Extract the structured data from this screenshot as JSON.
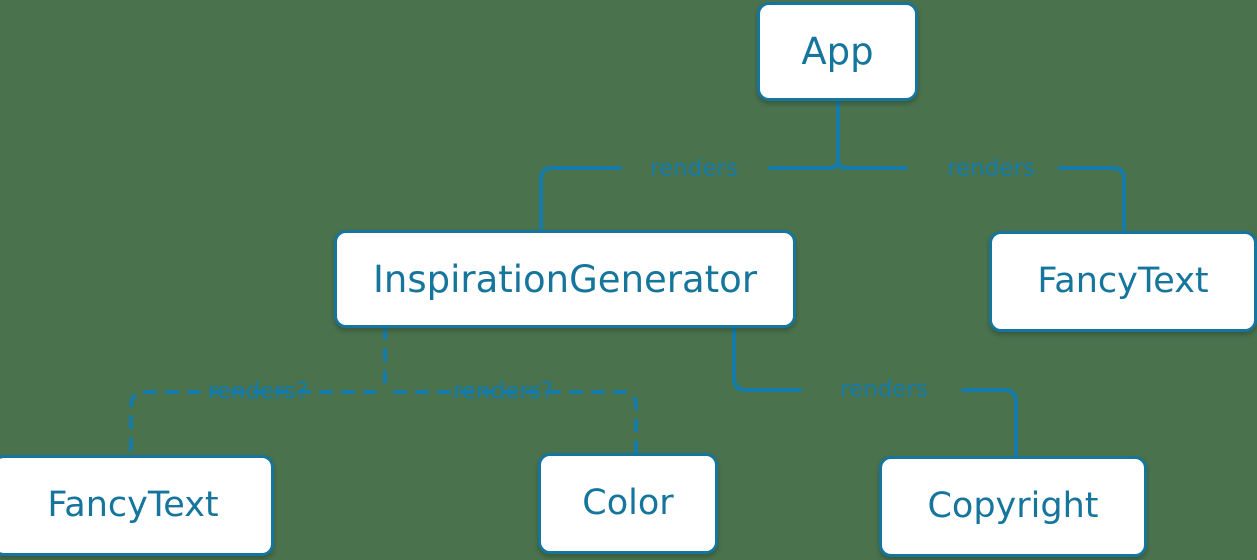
{
  "diagram": {
    "kind": "component-tree",
    "background_color": "#4a724d",
    "node_fill_color": "#ffffff",
    "node_border_color": "#15759c",
    "node_text_color": "#15759c",
    "edge_color": "#157ba8",
    "edge_label_color": "#157ba8",
    "nodes": [
      {
        "id": "app",
        "label": "App"
      },
      {
        "id": "inspiration",
        "label": "InspirationGenerator"
      },
      {
        "id": "fancytext_top",
        "label": "FancyText"
      },
      {
        "id": "fancytext_bot",
        "label": "FancyText"
      },
      {
        "id": "color",
        "label": "Color"
      },
      {
        "id": "copyright",
        "label": "Copyright"
      }
    ],
    "edges": [
      {
        "from": "app",
        "to": "inspiration",
        "label": "renders",
        "style": "solid"
      },
      {
        "from": "app",
        "to": "fancytext_top",
        "label": "renders",
        "style": "solid"
      },
      {
        "from": "inspiration",
        "to": "fancytext_bot",
        "label": "renders?",
        "style": "dashed"
      },
      {
        "from": "inspiration",
        "to": "color",
        "label": "renders?",
        "style": "dashed"
      },
      {
        "from": "inspiration",
        "to": "copyright",
        "label": "renders",
        "style": "solid"
      }
    ],
    "edge_labels": {
      "app_to_inspiration": "renders",
      "app_to_fancytext": "renders",
      "inspiration_to_fancytext": "renders?",
      "inspiration_to_color": "renders?",
      "inspiration_to_copyright": "renders"
    }
  }
}
